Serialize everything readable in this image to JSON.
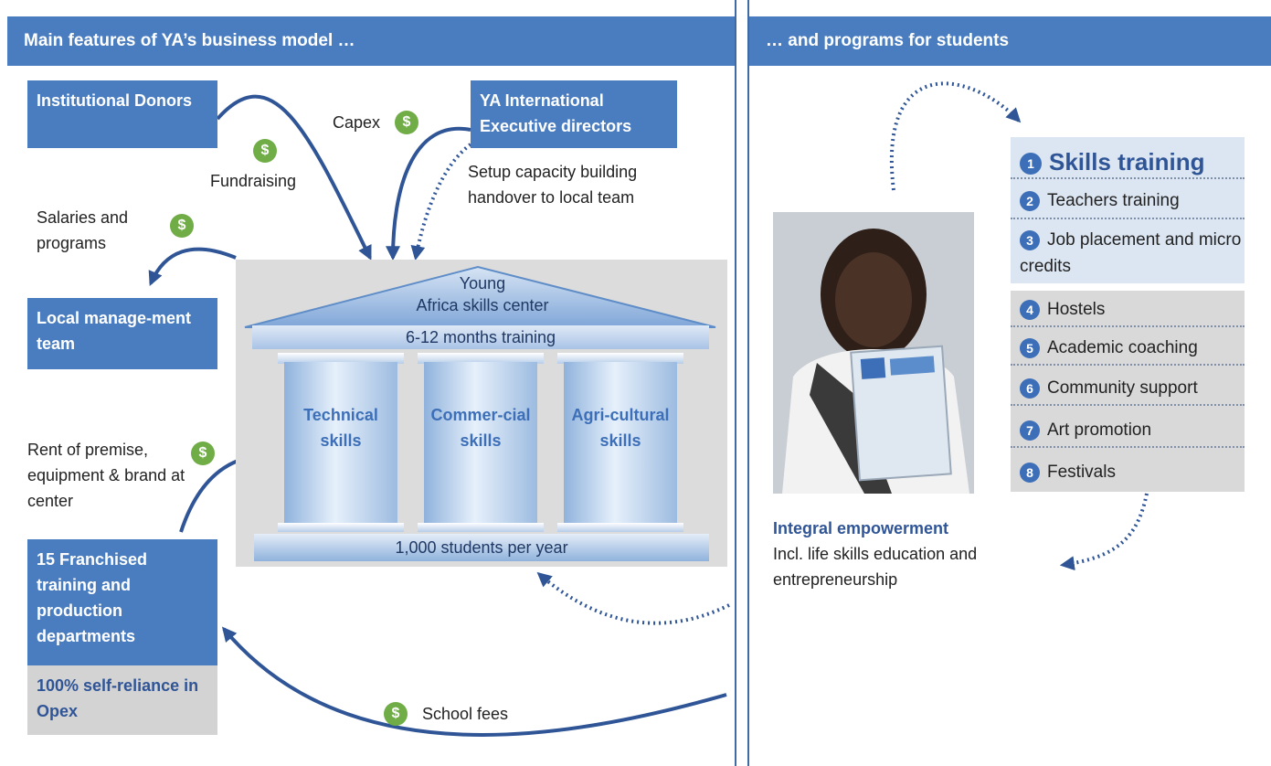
{
  "left": {
    "header": "Main features of YA’s business model …",
    "donors": "Institutional Donors",
    "intl_directors": "YA International Executive directors",
    "capex": "Capex",
    "fundraising": "Fundraising",
    "setup_text": "Setup capacity building handover to local team",
    "salaries_text": "Salaries and programs",
    "local_team": "Local manage-ment team",
    "rent_text": "Rent of premise, equipment & brand at center",
    "franchised": "15 Franchised training and production departments",
    "self_reliance": "100% self-reliance in Opex",
    "school_fees": "School fees",
    "coin_symbol": "$",
    "center": {
      "title_line1": "Young",
      "title_line2": "Africa skills center",
      "training": "6-12 months training",
      "pillars": [
        "Technical skills",
        "Commer-cial skills",
        "Agri-cultural skills"
      ],
      "students": "1,000 students per year"
    }
  },
  "right": {
    "header": "… and programs for students",
    "empowerment_title": "Integral empowerment",
    "empowerment_text": "Incl. life skills education and entrepreneurship",
    "programs_highlight": [
      {
        "n": "1",
        "label": "Skills training"
      },
      {
        "n": "2",
        "label": "Teachers training"
      },
      {
        "n": "3",
        "label": "Job placement and micro credits"
      }
    ],
    "programs_other": [
      {
        "n": "4",
        "label": "Hostels"
      },
      {
        "n": "5",
        "label": "Academic coaching"
      },
      {
        "n": "6",
        "label": "Community support"
      },
      {
        "n": "7",
        "label": "Art promotion"
      },
      {
        "n": "8",
        "label": "Festivals"
      }
    ]
  },
  "colors": {
    "primary_blue": "#4a7dc0",
    "coin_green": "#70ad47",
    "light_blue_panel": "#dce6f2",
    "grey_panel": "#d9d9d9"
  }
}
